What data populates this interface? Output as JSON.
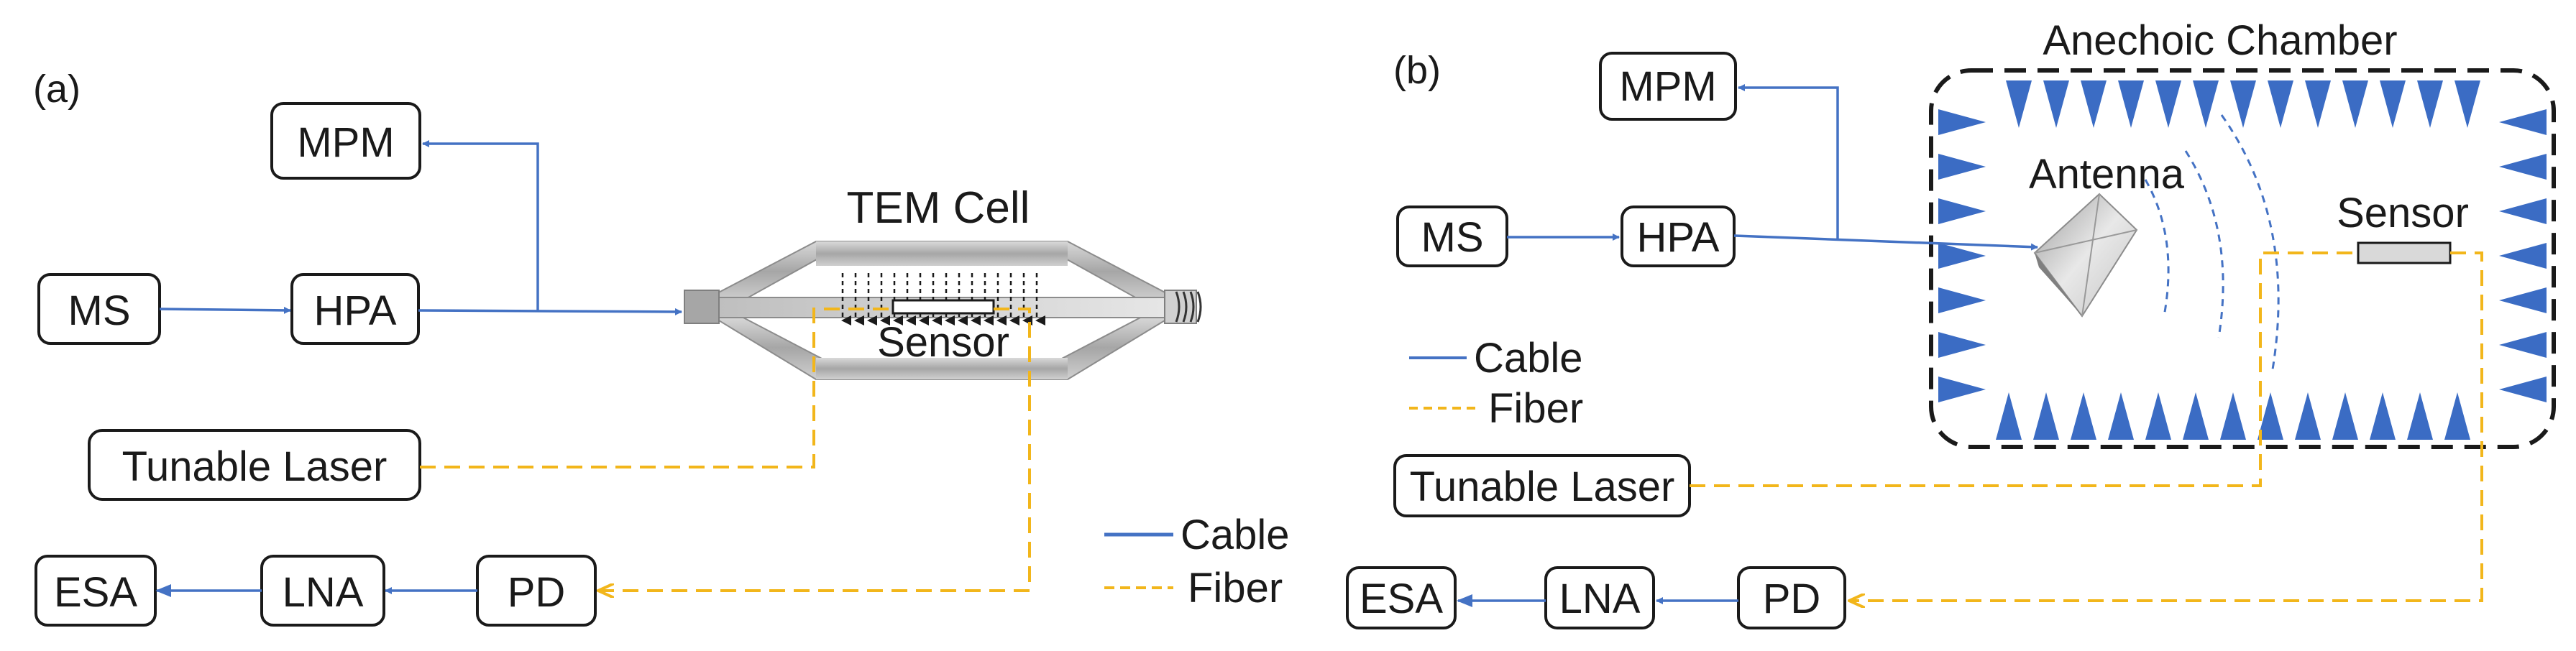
{
  "colors": {
    "cable": "#4472c4",
    "fiber": "#f2b61b",
    "absorber": "#3b6cc4",
    "cell": "#bfbfbf",
    "outline": "#1a1a1a"
  },
  "panel_a": {
    "label": "(a)",
    "boxes": {
      "mpm": "MPM",
      "ms": "MS",
      "hpa": "HPA",
      "tunable_laser": "Tunable Laser",
      "esa": "ESA",
      "lna": "LNA",
      "pd": "PD"
    },
    "tem_cell_label": "TEM Cell",
    "sensor_label": "Sensor",
    "legend": {
      "cable": "Cable",
      "fiber": "Fiber"
    }
  },
  "panel_b": {
    "label": "(b)",
    "chamber_label": "Anechoic Chamber",
    "antenna_label": "Antenna",
    "sensor_label": "Sensor",
    "boxes": {
      "mpm": "MPM",
      "ms": "MS",
      "hpa": "HPA",
      "tunable_laser": "Tunable Laser",
      "esa": "ESA",
      "lna": "LNA",
      "pd": "PD"
    },
    "legend": {
      "cable": "Cable",
      "fiber": "Fiber"
    }
  }
}
